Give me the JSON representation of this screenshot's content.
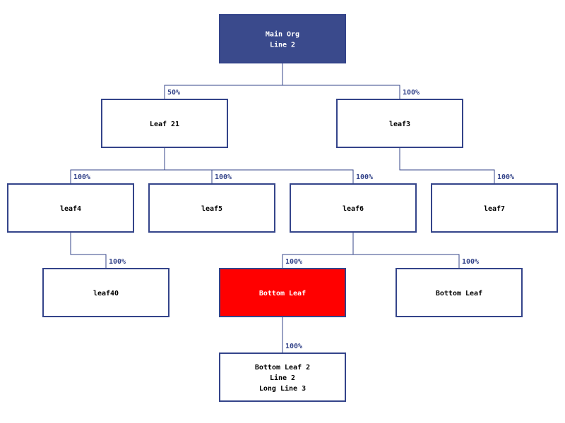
{
  "colors": {
    "primary": "#3a4a8c",
    "border": "#34448a",
    "highlight": "#ff0000",
    "default_fill": "#ffffff",
    "default_text": "#000000",
    "inverse_text": "#ffffff"
  },
  "nodes": [
    {
      "id": "main-org",
      "lines": [
        "Main Org",
        "Line 2"
      ],
      "style": "primary"
    },
    {
      "id": "leaf-21",
      "lines": [
        "Leaf 21"
      ],
      "style": "default"
    },
    {
      "id": "leaf3",
      "lines": [
        "leaf3"
      ],
      "style": "default"
    },
    {
      "id": "leaf4",
      "lines": [
        "leaf4"
      ],
      "style": "default"
    },
    {
      "id": "leaf5",
      "lines": [
        "leaf5"
      ],
      "style": "default"
    },
    {
      "id": "leaf6",
      "lines": [
        "leaf6"
      ],
      "style": "default"
    },
    {
      "id": "leaf7",
      "lines": [
        "leaf7"
      ],
      "style": "default"
    },
    {
      "id": "leaf40",
      "lines": [
        "leaf40"
      ],
      "style": "default"
    },
    {
      "id": "bottom-leaf-red",
      "lines": [
        "Bottom Leaf"
      ],
      "style": "highlight"
    },
    {
      "id": "bottom-leaf",
      "lines": [
        "Bottom Leaf"
      ],
      "style": "default"
    },
    {
      "id": "bottom-leaf-2",
      "lines": [
        "Bottom Leaf 2",
        "Line 2",
        "Long Line 3"
      ],
      "style": "default"
    }
  ],
  "edges": [
    {
      "from": "main-org",
      "to": "leaf-21",
      "label": "50%"
    },
    {
      "from": "main-org",
      "to": "leaf3",
      "label": "100%"
    },
    {
      "from": "leaf-21",
      "to": "leaf4",
      "label": "100%"
    },
    {
      "from": "leaf-21",
      "to": "leaf5",
      "label": "100%"
    },
    {
      "from": "leaf-21",
      "to": "leaf6",
      "label": "100%"
    },
    {
      "from": "leaf3",
      "to": "leaf7",
      "label": "100%"
    },
    {
      "from": "leaf4",
      "to": "leaf40",
      "label": "100%"
    },
    {
      "from": "leaf6",
      "to": "bottom-leaf-red",
      "label": "100%"
    },
    {
      "from": "leaf6",
      "to": "bottom-leaf",
      "label": "100%"
    },
    {
      "from": "bottom-leaf-red",
      "to": "bottom-leaf-2",
      "label": "100%"
    }
  ]
}
